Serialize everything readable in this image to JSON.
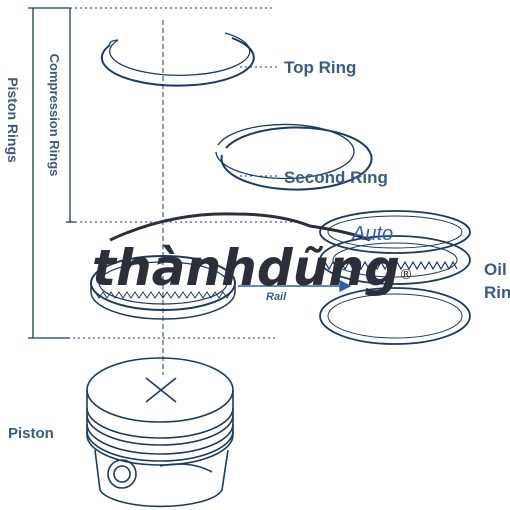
{
  "labels": {
    "top_ring": "Top Ring",
    "second_ring": "Second Ring",
    "oil_ring": "Oil\nRing",
    "piston": "Piston",
    "compression_rings": "Compression Rings",
    "piston_rings": "Piston Rings",
    "rail": "Rail"
  },
  "watermark": {
    "brand": "thànhdũng",
    "sub": "Auto",
    "mark": "®"
  },
  "colors": {
    "line": "#1e3a5f",
    "label": "#3d5a80",
    "logo_dark": "#2a2f3a",
    "logo_blue": "#2f5fa8"
  }
}
